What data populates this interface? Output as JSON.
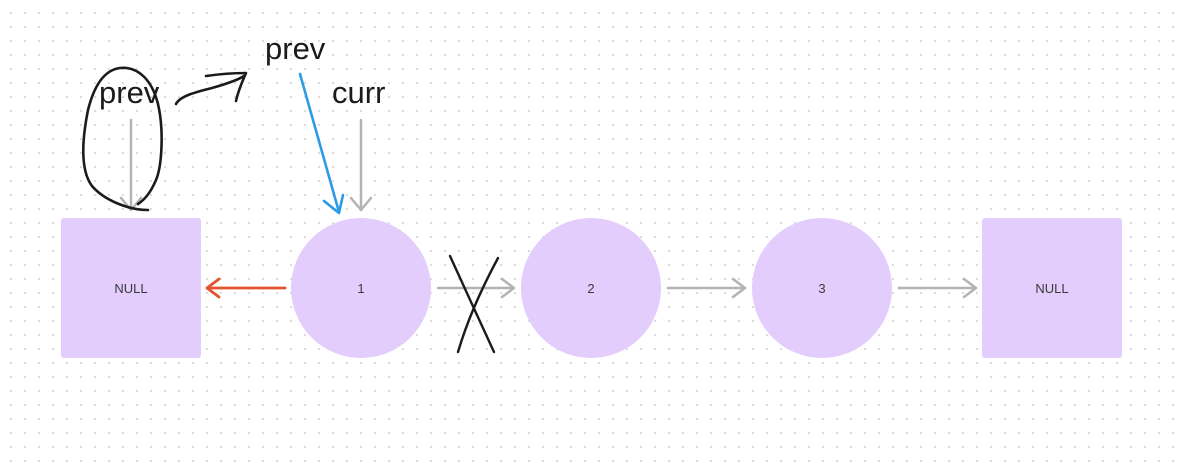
{
  "nodes": [
    {
      "id": "null-left",
      "shape": "rect",
      "label": "NULL"
    },
    {
      "id": "node-1",
      "shape": "circle",
      "label": "1"
    },
    {
      "id": "node-2",
      "shape": "circle",
      "label": "2"
    },
    {
      "id": "node-3",
      "shape": "circle",
      "label": "3"
    },
    {
      "id": "null-right",
      "shape": "rect",
      "label": "NULL"
    }
  ],
  "pointers": {
    "prev_old": "prev",
    "prev_new": "prev",
    "curr": "curr"
  },
  "colors": {
    "node_fill": "#e3cdfc",
    "link_arrow": "#b3b3b3",
    "reversed_arrow": "#e4532f",
    "move_arrow": "#2c9be8",
    "ink": "#1b1b1b"
  }
}
